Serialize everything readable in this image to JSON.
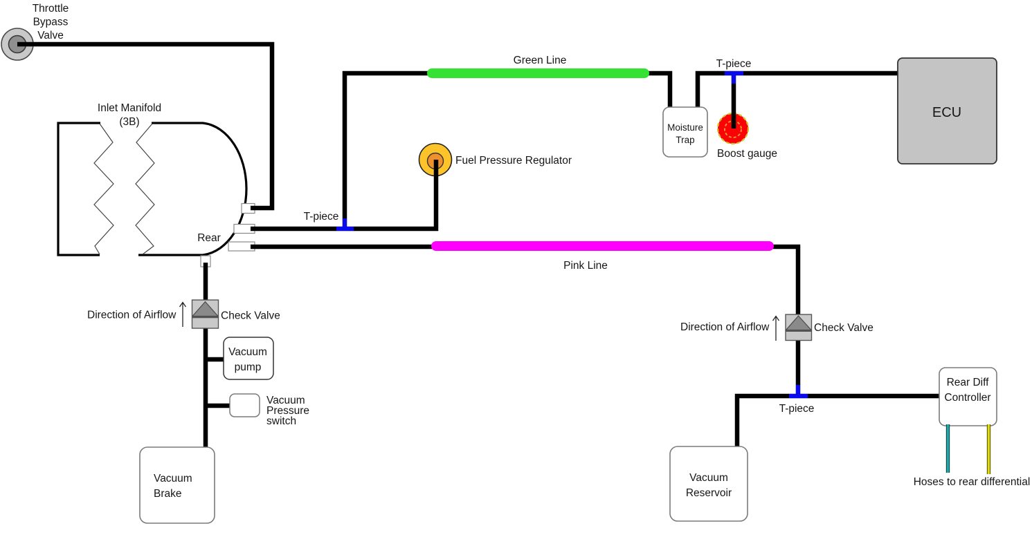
{
  "diagram": {
    "components": {
      "throttle_bypass_valve": [
        "Throttle",
        "Bypass",
        "Valve"
      ],
      "inlet_manifold": [
        "Inlet Manifold",
        "(3B)"
      ],
      "rear_port": "Rear",
      "t_piece_mid": "T-piece",
      "t_piece_top": "T-piece",
      "t_piece_bottom": "T-piece",
      "green_line": "Green Line",
      "pink_line": "Pink Line",
      "fuel_pressure_regulator": "Fuel Pressure Regulator",
      "moisture_trap": [
        "Moisture",
        "Trap"
      ],
      "boost_gauge": "Boost gauge",
      "ecu": "ECU",
      "direction_of_airflow_left": "Direction of Airflow",
      "check_valve_left": "Check Valve",
      "direction_of_airflow_right": "Direction of Airflow",
      "check_valve_right": "Check Valve",
      "vacuum_pump": [
        "Vacuum",
        "pump"
      ],
      "vacuum_pressure_switch": [
        "Vacuum",
        "Pressure",
        "switch"
      ],
      "vacuum_brake": [
        "Vacuum",
        "Brake"
      ],
      "vacuum_reservoir": [
        "Vacuum",
        "Reservoir"
      ],
      "rear_diff_controller": [
        "Rear Diff",
        "Controller"
      ],
      "hoses_note": "Hoses to rear differential"
    },
    "colors": {
      "hose_black": "#000000",
      "green_line": "#33E233",
      "pink_line": "#FF00FF",
      "t_piece_blue": "#0A0AEE",
      "boost_gauge_red": "#FB0207",
      "boost_gauge_outer_ring": "#CFC52C",
      "boost_gauge_inner_ring": "#E39B31",
      "fpr_outer": "#FDC32A",
      "fpr_inner": "#F0902D",
      "valve_body_gray": "#C9C9C9",
      "valve_dark_gray": "#8A8A8A",
      "ecu_gray": "#C4C4C4",
      "tbv_outer_gray": "#C9C9C9",
      "tbv_inner_gray": "#8F8F8F",
      "hose_teal": "#25B5B5",
      "hose_yellow": "#E8E619"
    }
  }
}
